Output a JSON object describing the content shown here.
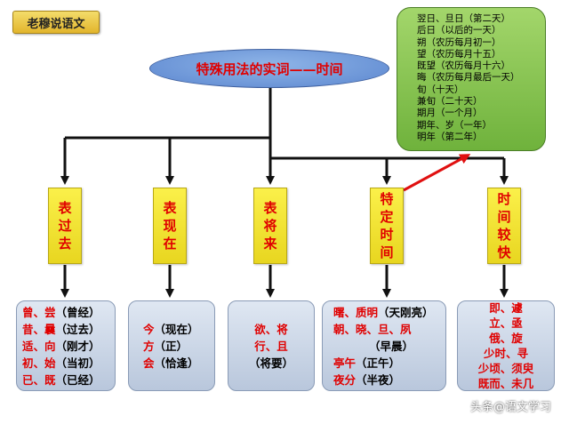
{
  "badge": "老穆说语文",
  "title": "特殊用法的实词——时间",
  "green_box": [
    "翌日、旦日（第二天）",
    "后日（以后的一天）",
    "朔（农历每月初一）",
    "望（农历每月十五）",
    "既望（农历每月十六）",
    "晦（农历每月最后一天）",
    "旬（十天）",
    "兼旬（二十天）",
    "期月（一个月）",
    "期年、岁（一年）",
    "明年（第二年）"
  ],
  "categories": [
    [
      "表",
      "过",
      "去"
    ],
    [
      "表",
      "现",
      "在"
    ],
    [
      "表",
      "将",
      "来"
    ],
    [
      "特",
      "定",
      "时",
      "间"
    ],
    [
      "时",
      "间",
      "较",
      "快"
    ]
  ],
  "examples": {
    "past": [
      {
        "w": "曾、尝",
        "m": "（曾经）"
      },
      {
        "w": "昔、曩",
        "m": "（过去）"
      },
      {
        "w": "适、向",
        "m": "（刚才）"
      },
      {
        "w": "初、始",
        "m": "（当初）"
      },
      {
        "w": "已、既",
        "m": "（已经）"
      }
    ],
    "present": [
      {
        "w": "今",
        "m": "（现在）"
      },
      {
        "w": "方",
        "m": "（正）"
      },
      {
        "w": "会",
        "m": "（恰逢）"
      }
    ],
    "future": [
      {
        "w": "欲、将",
        "m": ""
      },
      {
        "w": "行、且",
        "m": ""
      },
      {
        "w": "",
        "m": "（将要）"
      }
    ],
    "specific": [
      {
        "w": "曙、质明",
        "m": "（天刚亮）"
      },
      {
        "w": "朝、晓、旦、夙",
        "m": ""
      },
      {
        "w": "",
        "m": "（早晨）"
      },
      {
        "w": "亭午",
        "m": "（正午）"
      },
      {
        "w": "夜分",
        "m": "（半夜）"
      }
    ],
    "fast": [
      "即、遽",
      "立、亟",
      "俄、旋",
      "少时、寻",
      "少顷、须臾",
      "既而、未几"
    ]
  },
  "watermark": "头条@语文学习",
  "colors": {
    "red": "#e00000",
    "arrow_red": "#e01010",
    "arrow_black": "#111111"
  }
}
